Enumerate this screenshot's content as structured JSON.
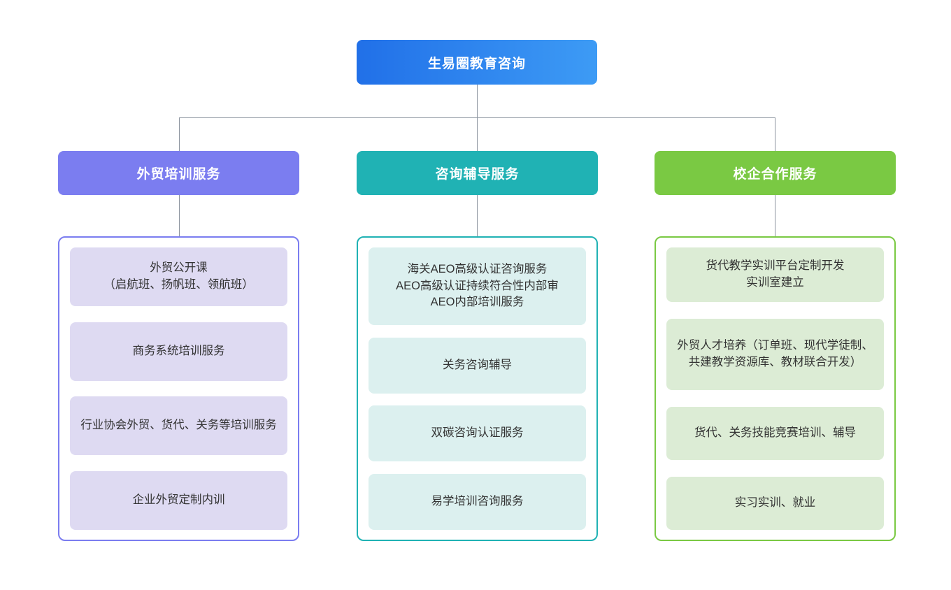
{
  "chart_data": {
    "type": "diagram",
    "diagram_kind": "organizational-tree",
    "title": "生易圈教育咨询",
    "root": {
      "label": "生易圈教育咨询",
      "color_start": "#2170e8",
      "color_end": "#3d9bf5",
      "text_color": "#ffffff"
    },
    "connector_color": "#8c949f",
    "branches": [
      {
        "label": "外贸培训服务",
        "header_color": "#7b7df0",
        "border_color": "#7b7df0",
        "item_color": "#dedaf2",
        "text_color": "#333333",
        "items": [
          "外贸公开课\n（启航班、扬帆班、领航班）",
          "商务系统培训服务",
          "行业协会外贸、货代、关务等培训服务",
          "企业外贸定制内训"
        ]
      },
      {
        "label": "咨询辅导服务",
        "header_color": "#20b2b4",
        "border_color": "#20b2b4",
        "item_color": "#dcf0ef",
        "text_color": "#333333",
        "items": [
          "海关AEO高级认证咨询服务\nAEO高级认证持续符合性内部审\nAEO内部培训服务",
          "关务咨询辅导",
          "双碳咨询认证服务",
          "易学培训咨询服务"
        ]
      },
      {
        "label": "校企合作服务",
        "header_color": "#7ac943",
        "border_color": "#7ac943",
        "item_color": "#dcecd5",
        "text_color": "#333333",
        "items": [
          "货代教学实训平台定制开发\n实训室建立",
          "外贸人才培养（订单班、现代学徒制、共建教学资源库、教材联合开发）",
          "货代、关务技能竞赛培训、辅导",
          "实习实训、就业"
        ]
      }
    ]
  }
}
